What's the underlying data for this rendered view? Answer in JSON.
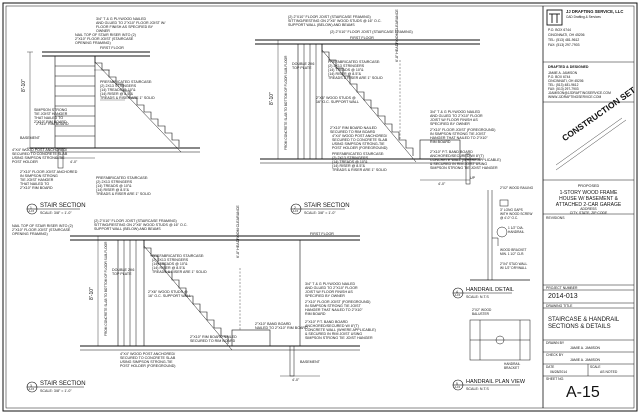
{
  "firm": {
    "logo_glyph": "π",
    "name": "JJ DRAFTING SERVICE, LLC",
    "sub": "CAD Drafting & Services",
    "address": [
      "P.O. BOX 6744",
      "CINCINNATI, OH 45206",
      "TEL: (513) 481-9612",
      "FAX: (513) 297-7903"
    ]
  },
  "drafter": {
    "header": "DRAFTED & DESIGNED",
    "lines": [
      "JAMIE A. JAMISON",
      "P.O. BOX 6744",
      "CINCINNATI, OH 45206",
      "TEL: (513) 481-9612",
      "FAX: (513) 297-7903",
      "JJAMISON@JJDRAFTINGSERVICE.COM",
      "WWW.JJDRAFTINGSERVICE.COM"
    ]
  },
  "stamp": "CONSTRUCTION SET",
  "project": {
    "lines": [
      "PROPOSED",
      "1-STORY WOOD FRAME",
      "HOUSE W/ BASEMENT &",
      "ATTACHED 2-CAR GARAGE"
    ],
    "address": "ADDRESS",
    "city": "CITY, STATE, ZIP CODE"
  },
  "title_block": {
    "revisions_label": "REVISIONS",
    "project_number_label": "PROJECT NUMBER",
    "project_number": "2014-013",
    "drawing_title_label": "DRAWING TITLE",
    "drawing_title": [
      "STAIRCASE & HANDRAIL",
      "SECTIONS & DETAILS"
    ],
    "drawn_by_label": "DRAWN BY",
    "drawn_by": "JAMIE A. JAMISON",
    "checked_by_label": "CHECK BY",
    "checked_by": "JAMIE A. JAMISON",
    "date_label": "DATE",
    "date": "06/28/2014",
    "scale_label": "SCALE",
    "scale": "AS NOTED",
    "sheet_label": "SHEET NO.",
    "sheet": "A-15"
  },
  "views": {
    "s1": {
      "num": "1",
      "sheet": "A-15",
      "title": "STAIR SECTION",
      "scale": "SCALE: 3/8\" = 1'-0\""
    },
    "s2": {
      "num": "2",
      "sheet": "A-15",
      "title": "STAIR SECTION",
      "scale": "SCALE: 3/8\" = 1'-0\""
    },
    "s3": {
      "num": "3",
      "sheet": "A-15",
      "title": "STAIR SECTION",
      "scale": "SCALE: 3/8\" = 1'-0\""
    },
    "s4": {
      "num": "4",
      "sheet": "A-15",
      "title": "HANDRAIL DETAIL",
      "scale": "SCALE: N.T.S"
    },
    "s5": {
      "num": "5",
      "sheet": "A-15",
      "title": "HANDRAIL PLAN VIEW",
      "scale": "SCALE: N.T.S"
    }
  },
  "dims": {
    "height": "8'-10\"",
    "width": "4'-0\"",
    "headroom": "6'-8\" HEADROOM CLEARANCE"
  },
  "notes": {
    "first_floor": "FIRST FLOOR",
    "basement": "BASEMENT",
    "up": "UP",
    "joist_top": "(2) 2\"X10\" FLOOR JOIST (STAIRCASE FRAMING)\nSITTING/RESTING ON 2\"X6\" WOOD STUDS @ 16\" O.C.\nSUPPORT WALL (BELOW) AND BEAMS",
    "joist_top_short": "(2) 2\"X10\" FLOOR JOIST (STAIRCASE FRAMING)",
    "ply": "3/4\" T & G PLYWOOD NAILED\nAND GLUED TO 2\"X10\" FLOOR JOIST W/\nFLOOR FINISH AS SPECIFIED BY\nOWNER",
    "nail_top": "NAIL TOP OF STAIR RISER INTO (2)\n2\"X10\" FLOOR JOIST (STAIRCASE\nOPENING FRAMING)",
    "prefab": "PREFABRICATED STAIRCASE:\n(2) 2X13 STRINGERS\n(14) TREADS @ 10\"&\n(14) RISER @ 8.5\"&\nTREADS & RISER ARE 1\" SOLID",
    "prefab2": "PREFABRICATED STAIRCASE:\n(2) 2X13 STRINGERS\n(14) TREADS @ 10\"&\n(14) RISER @ 8.5\"&\nTREADS & RISER ARE 1\" SOLID",
    "hanger": "SIMPSON STRONG\nTIE JOIST HANGER\nTHAT NAILED TO\n2\"X10\" RIM BOARD",
    "rim": "2\"X10\" RIM BOARD",
    "post": "4\"X4\" WOOD POST ANCHORED/\nSECURED TO CONCRETE SLAB\nUSING SIMPSON STRONG-TIE\nPOST HOLDER",
    "hanger2": "2\"X10\" FLOOR JOIST ANCHORED\nIN SIMPSON STRONG\nTIE JOIST HANGER\nTHAT NAILED TO\n2\"X10\" RIM BOARD",
    "double": "DOUBLE 2X6\nTOP PLATE",
    "studs": "2\"X6\" WOOD STUDS @\n16\" O.C. SUPPORT WALL",
    "post_right": "4\"X4\" WOOD POST ANCHORED/\nSECURED TO CONCRETE SLAB\nUSING SIMPSON STRONG-TIE\nPOST HOLDER (FOREGROUND)",
    "ply_right": "3/4\" T & G PLYWOOD NAILED\nAND GLUED TO 2\"X10\" FLOOR\nJOIST W/ FLOOR FINISH AS\nSPECIFIED BY OWNER",
    "joist_fg": "2\"X10\" FLOOR JOIST (FOREGROUND)\nIN SIMPSON STRONG TIE JOIST\nHANGER THAT NAILED TO 2\"X10\"\nRIM BOARD",
    "rim_anchor": "2\"X10\" P.T. BAND BOARD\nANCHORED/SECURED W/ 8\"(T)\nCONCRETE WALL (WHERE APPLICABLE)\n& SECURED IN RIM JOIST USING\nSIMPSON STRONG TIE JOIST HANGER",
    "band": "2\"X10\" BAND BOARD\nNAILED TO 2\"X10\" RIM BOARD",
    "rim_nailed": "2\"X10\" RIM BOARD NAILED\nSECURED TO RIM BOARD",
    "slab": "FROM CONCRETE SLAB TO BOTTOM OF FLOOR SUB-FLOOR",
    "handrail_a": "2\"X2\" WOOD RAILING",
    "handrail_b": "1 1/2\" DIA.\nHANDRAIL",
    "handrail_c": "3\" LONG GAPS\nWITH WOOD SCREW\n@ 4'-0\" O.C.",
    "handrail_d": "WOOD BRACKET\nMIN. 1 1/2\" CLR.",
    "handrail_e": "2\"X4\" STUD WALL\nW/ 1/2\" DRYWALL",
    "plan_a": "2\"X2\" WOOD\nBALUSTER",
    "plan_b": "HANDRAIL\nBRACKET"
  }
}
